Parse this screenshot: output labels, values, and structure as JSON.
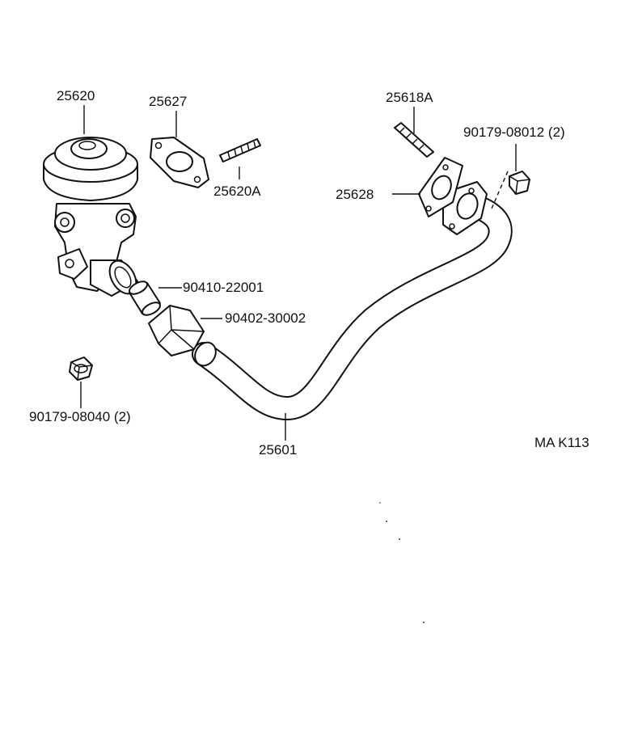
{
  "labels": {
    "egr_valve": "25620",
    "gasket_valve": "25627",
    "stud_valve": "25620A",
    "stud_flange": "25618A",
    "nut_flange": "90179-08012 (2)",
    "gasket_flange": "25628",
    "union_gasket": "90410-22001",
    "union_nut": "90402-30002",
    "nut_valve": "90179-08040 (2)",
    "pipe": "25601",
    "diagram_code": "MA K113"
  }
}
